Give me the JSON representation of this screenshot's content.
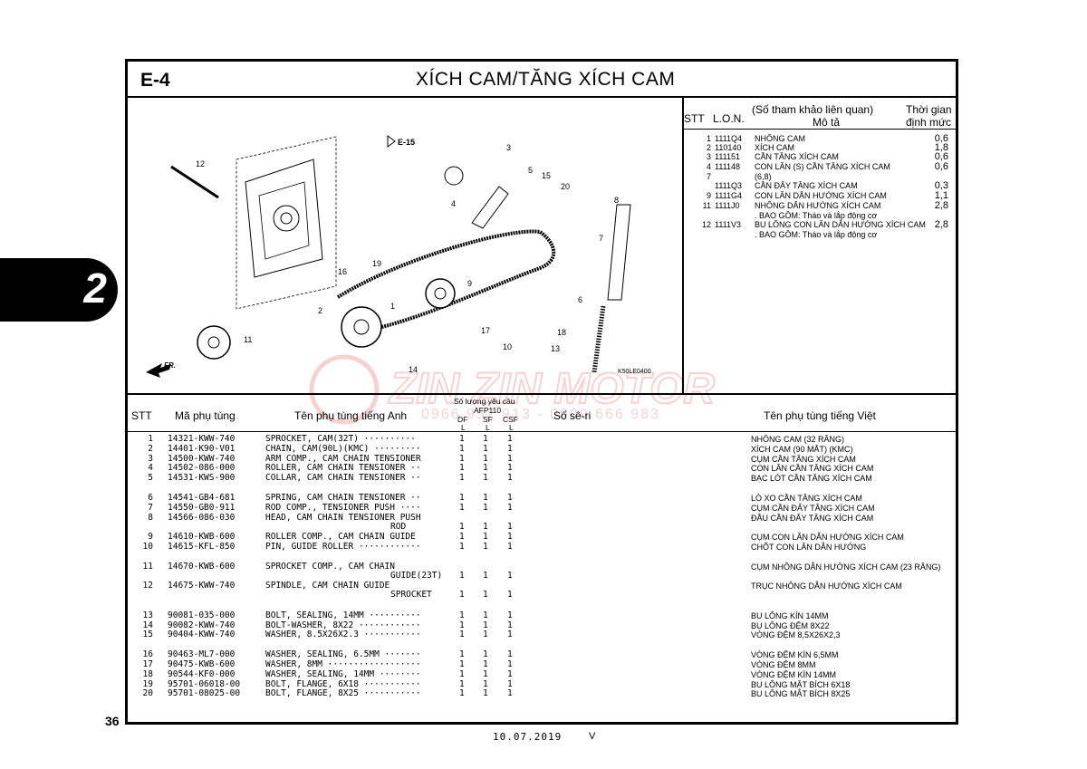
{
  "section": {
    "code": "E-4",
    "title": "XÍCH CAM/TĂNG XÍCH CAM"
  },
  "side_tab": "2",
  "page_number": "36",
  "footer": {
    "date": "10.07.2019",
    "version": "V"
  },
  "watermark": {
    "brand": "ZIN ZIN MOTOR",
    "phones": "0966 952 913 - 0909 666 983"
  },
  "diagram": {
    "code": "K50LE0400",
    "ref_e15": "E-15",
    "fr": "FR.",
    "callouts": [
      "1",
      "2",
      "3",
      "4",
      "5",
      "6",
      "7",
      "8",
      "9",
      "10",
      "11",
      "12",
      "13",
      "14",
      "15",
      "16",
      "17",
      "18",
      "19",
      "20"
    ]
  },
  "ref_table": {
    "headers": {
      "stt": "STT",
      "lon": "L.O.N.",
      "desc1": "(Số tham khảo liên quan)",
      "desc2": "Mô tả",
      "time1": "Thời gian",
      "time2": "định mức"
    },
    "rows": [
      {
        "stt": "1",
        "lon": "1111Q4",
        "desc": "NHÔNG CAM",
        "time": "0,6"
      },
      {
        "stt": "2",
        "lon": "110140",
        "desc": "XÍCH CAM",
        "time": "1,8"
      },
      {
        "stt": "3",
        "lon": "111151",
        "desc": "CẦN TĂNG XÍCH CAM",
        "time": "0,6"
      },
      {
        "stt": "4",
        "lon": "111148",
        "desc": "CON LĂN (S) CẦN TĂNG XÍCH CAM",
        "time": "0,6"
      },
      {
        "stt": "7",
        "lon": "",
        "desc": "(6,8)",
        "time": ""
      },
      {
        "stt": "",
        "lon": "1111Q3",
        "desc": "CẦN ĐẨY TĂNG XÍCH CAM",
        "time": "0,3"
      },
      {
        "stt": "9",
        "lon": "1111G4",
        "desc": "CON LĂN DẪN HƯỚNG XÍCH CAM",
        "time": "1,1"
      },
      {
        "stt": "11",
        "lon": "1111J0",
        "desc": "NHÔNG DẪN HƯỚNG XÍCH CAM",
        "time": "2,8"
      },
      {
        "stt": "",
        "lon": "",
        "desc": ". BAO GỒM: Tháo và lắp động cơ",
        "time": ""
      },
      {
        "stt": "12",
        "lon": "1111V3",
        "desc": "BU LÔNG CON LĂN DẪN HƯỚNG XÍCH CAM",
        "time": "2,8"
      },
      {
        "stt": "",
        "lon": "",
        "desc": ". BAO GỒM: Tháo và lắp động cơ",
        "time": ""
      }
    ]
  },
  "parts_table": {
    "headers": {
      "stt": "STT",
      "part_no": "Mã phụ tùng",
      "name_en": "Tên phụ tùng tiếng Anh",
      "qty": "Số lượng yêu cầu",
      "model": "AFP110",
      "df": "DF",
      "sf": "SF",
      "csf": "CSF",
      "l": "L",
      "serial": "Số sê-ri",
      "name_vi": "Tên phụ tùng tiếng Việt"
    },
    "rows": [
      {
        "stt": "1",
        "pn": "14321-KWW-740",
        "en": "SPROCKET, CAM(32T) ··········",
        "q": [
          "1",
          "1",
          "1"
        ],
        "vn": "NHÔNG CAM (32 RĂNG)"
      },
      {
        "stt": "2",
        "pn": "14401-K90-V01",
        "en": "CHAIN, CAM(90L)(KMC) ·········",
        "q": [
          "1",
          "1",
          "1"
        ],
        "vn": "XÍCH CAM (90 MẮT) (KMC)"
      },
      {
        "stt": "3",
        "pn": "14500-KWW-740",
        "en": "ARM COMP., CAM CHAIN TENSIONER",
        "q": [
          "1",
          "1",
          "1"
        ],
        "vn": "CỤM CẦN TĂNG XÍCH CAM"
      },
      {
        "stt": "4",
        "pn": "14502-086-000",
        "en": "ROLLER, CAM CHAIN TENSIONER ··",
        "q": [
          "1",
          "1",
          "1"
        ],
        "vn": "CON LĂN CẦN TĂNG XÍCH CAM"
      },
      {
        "stt": "5",
        "pn": "14531-KWS-900",
        "en": "COLLAR, CAM CHAIN TENSIONER ··",
        "q": [
          "1",
          "1",
          "1"
        ],
        "vn": "BẠC LÓT CẦN TĂNG XÍCH CAM"
      },
      {
        "stt": "6",
        "pn": "14541-GB4-681",
        "en": "SPRING, CAM CHAIN TENSIONER ··",
        "q": [
          "1",
          "1",
          "1"
        ],
        "vn": "LÒ XO CẦN TĂNG XÍCH CAM"
      },
      {
        "stt": "7",
        "pn": "14550-GB0-911",
        "en": "ROD COMP., TENSIONER PUSH ····",
        "q": [
          "1",
          "1",
          "1"
        ],
        "vn": "CỤM CẦN ĐẨY TĂNG XÍCH CAM"
      },
      {
        "stt": "8",
        "pn": "14566-086-030",
        "en": "HEAD, CAM CHAIN TENSIONER PUSH",
        "en2": "ROD",
        "q": [
          "1",
          "1",
          "1"
        ],
        "vn": "ĐẦU CẦN ĐẨY TĂNG XÍCH CAM"
      },
      {
        "stt": "9",
        "pn": "14610-KWB-600",
        "en": "ROLLER COMP., CAM CHAIN GUIDE",
        "q": [
          "1",
          "1",
          "1"
        ],
        "vn": "CỤM CON LĂN DẪN HƯỚNG XÍCH CAM"
      },
      {
        "stt": "10",
        "pn": "14615-KFL-850",
        "en": "PIN, GUIDE ROLLER ············",
        "q": [
          "1",
          "1",
          "1"
        ],
        "vn": "CHỐT CON LĂN DẪN HƯỚNG"
      },
      {
        "stt": "11",
        "pn": "14670-KWB-600",
        "en": "SPROCKET COMP., CAM CHAIN",
        "en2": "GUIDE(23T)",
        "q": [
          "1",
          "1",
          "1"
        ],
        "vn": "CỤM NHÔNG DẪN HƯỚNG XÍCH CAM (23 RĂNG)"
      },
      {
        "stt": "12",
        "pn": "14675-KWW-740",
        "en": "SPINDLE, CAM CHAIN GUIDE",
        "en2": "SPROCKET",
        "q": [
          "1",
          "1",
          "1"
        ],
        "vn": "TRỤC NHÔNG DẪN HƯỚNG XÍCH CAM"
      },
      {
        "stt": "13",
        "pn": "90081-035-000",
        "en": "BOLT, SEALING, 14MM ··········",
        "q": [
          "1",
          "1",
          "1"
        ],
        "vn": "BU LÔNG KÍN 14MM"
      },
      {
        "stt": "14",
        "pn": "90082-KWW-740",
        "en": "BOLT-WASHER, 8X22 ············",
        "q": [
          "1",
          "1",
          "1"
        ],
        "vn": "BU LÔNG ĐỆM 8X22"
      },
      {
        "stt": "15",
        "pn": "90404-KWW-740",
        "en": "WASHER, 8.5X26X2.3 ···········",
        "q": [
          "1",
          "1",
          "1"
        ],
        "vn": "VÒNG ĐỆM 8,5X26X2,3"
      },
      {
        "stt": "16",
        "pn": "90463-ML7-000",
        "en": "WASHER, SEALING, 6.5MM ·······",
        "q": [
          "1",
          "1",
          "1"
        ],
        "vn": "VÒNG ĐỆM KÍN 6,5MM"
      },
      {
        "stt": "17",
        "pn": "90475-KWB-600",
        "en": "WASHER, 8MM ··················",
        "q": [
          "1",
          "1",
          "1"
        ],
        "vn": "VÒNG ĐỆM 8MM"
      },
      {
        "stt": "18",
        "pn": "90544-KF0-000",
        "en": "WASHER, SEALING, 14MM ········",
        "q": [
          "1",
          "1",
          "1"
        ],
        "vn": "VÒNG ĐỆM KÍN 14MM"
      },
      {
        "stt": "19",
        "pn": "95701-06018-00",
        "en": "BOLT, FLANGE, 6X18 ···········",
        "q": [
          "1",
          "1",
          "1"
        ],
        "vn": "BU LÔNG MẶT BÍCH 6X18"
      },
      {
        "stt": "20",
        "pn": "95701-08025-00",
        "en": "BOLT, FLANGE, 8X25 ···········",
        "q": [
          "1",
          "1",
          "1"
        ],
        "vn": "BU LÔNG MẶT BÍCH 8X25"
      }
    ]
  }
}
